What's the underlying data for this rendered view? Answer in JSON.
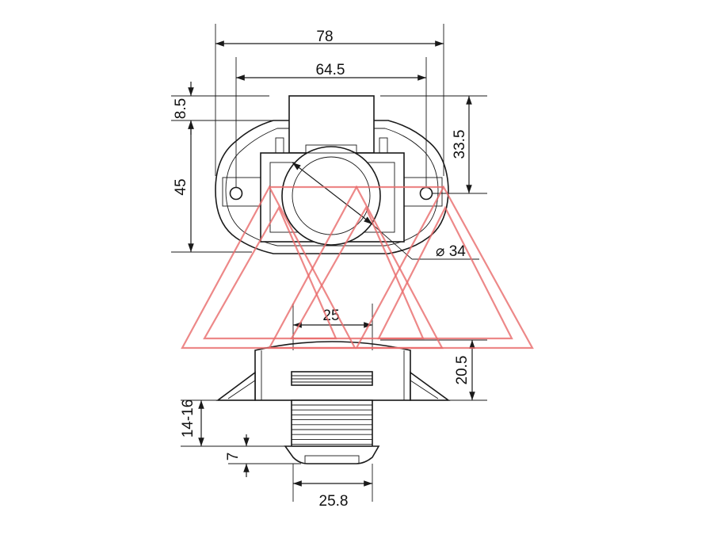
{
  "dimensions": {
    "overall_width": "78",
    "hole_spacing": "64.5",
    "top_offset": "8.5",
    "body_height": "45",
    "center_height": "33.5",
    "cylinder_diameter": "⌀ 34",
    "button_width": "25",
    "button_height": "20.5",
    "panel_thickness": "14-16",
    "collar_height": "7",
    "collar_width": "25.8"
  },
  "colors": {
    "line": "#1a1a1a",
    "watermark": "#e86a6a"
  },
  "watermark_icon": "triangle-logo-watermark"
}
